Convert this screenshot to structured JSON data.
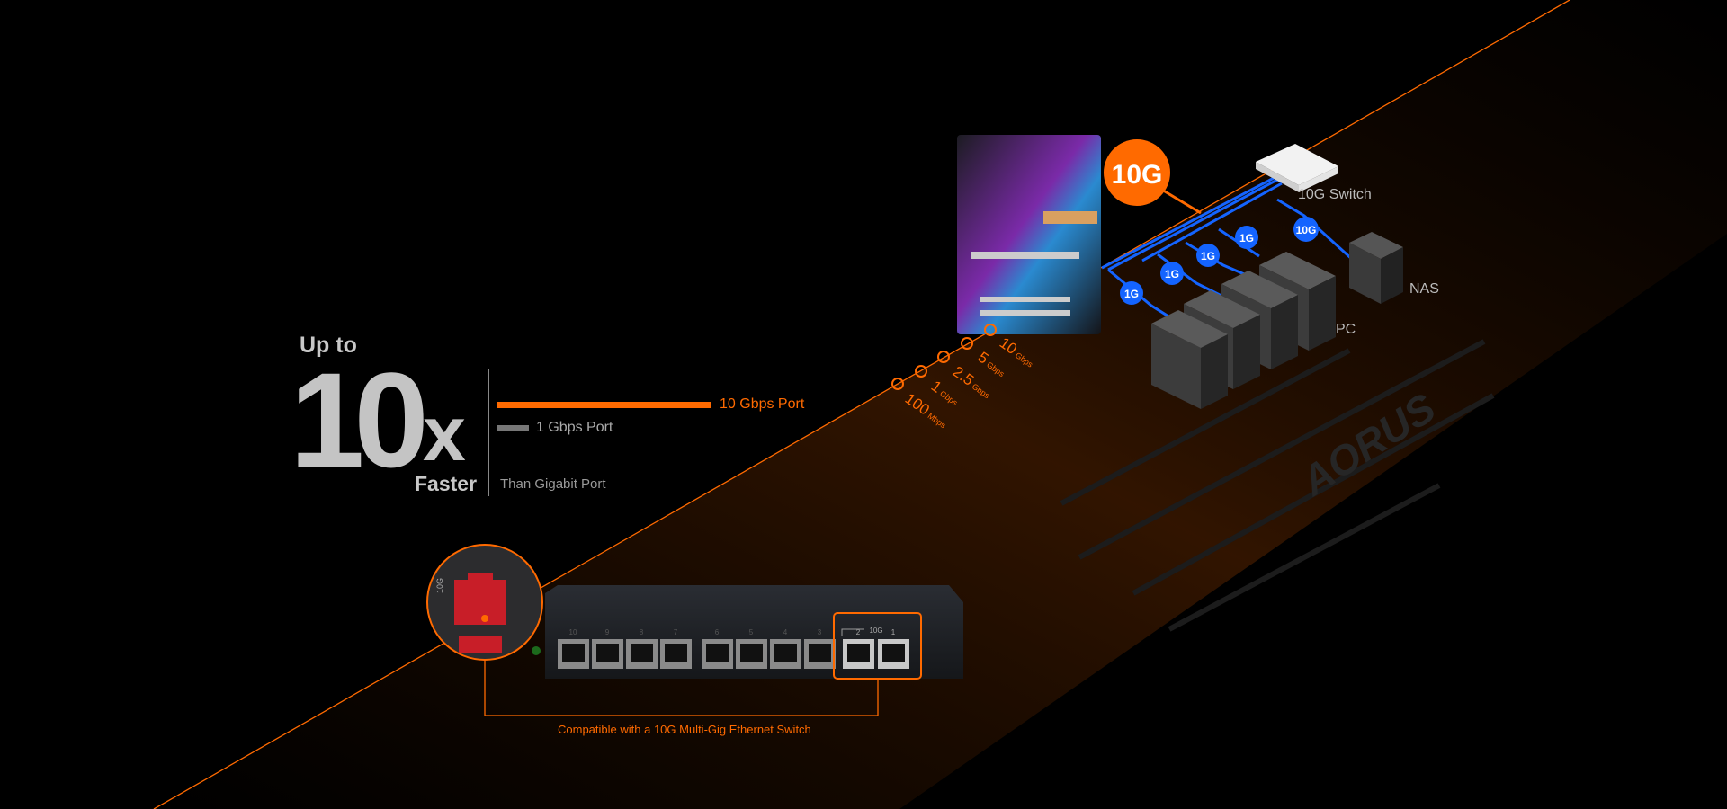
{
  "headline": {
    "up_to": "Up to",
    "multiplier_number": "10",
    "multiplier_x": "x",
    "faster": "Faster",
    "comparison": "Than Gigabit Port"
  },
  "bars": [
    {
      "label": "10 Gbps Port",
      "value_gbps": 10,
      "color": "#ff6a00"
    },
    {
      "label": "1 Gbps Port",
      "value_gbps": 1,
      "color": "#777777"
    }
  ],
  "diagram": {
    "center_badge": "10G",
    "switch_label": "10G Switch",
    "nas_label": "NAS",
    "pc_label": "PC",
    "links": [
      "1G",
      "1G",
      "1G",
      "1G",
      "10G"
    ],
    "speeds": [
      {
        "num": "100",
        "unit": "Mbps"
      },
      {
        "num": "1",
        "unit": "Gbps"
      },
      {
        "num": "2.5",
        "unit": "Gbps"
      },
      {
        "num": "5",
        "unit": "Gbps"
      },
      {
        "num": "10",
        "unit": "Gbps"
      }
    ]
  },
  "switch_device": {
    "ports": [
      "10",
      "9",
      "8",
      "7",
      "6",
      "5",
      "4",
      "3",
      "2",
      "1"
    ],
    "group_label": "10G",
    "port_badge": "10G"
  },
  "caption": "Compatible with a 10G Multi-Gig Ethernet Switch",
  "watermark": "AORUS",
  "colors": {
    "accent": "#ff6a00",
    "link": "#1464ff"
  }
}
